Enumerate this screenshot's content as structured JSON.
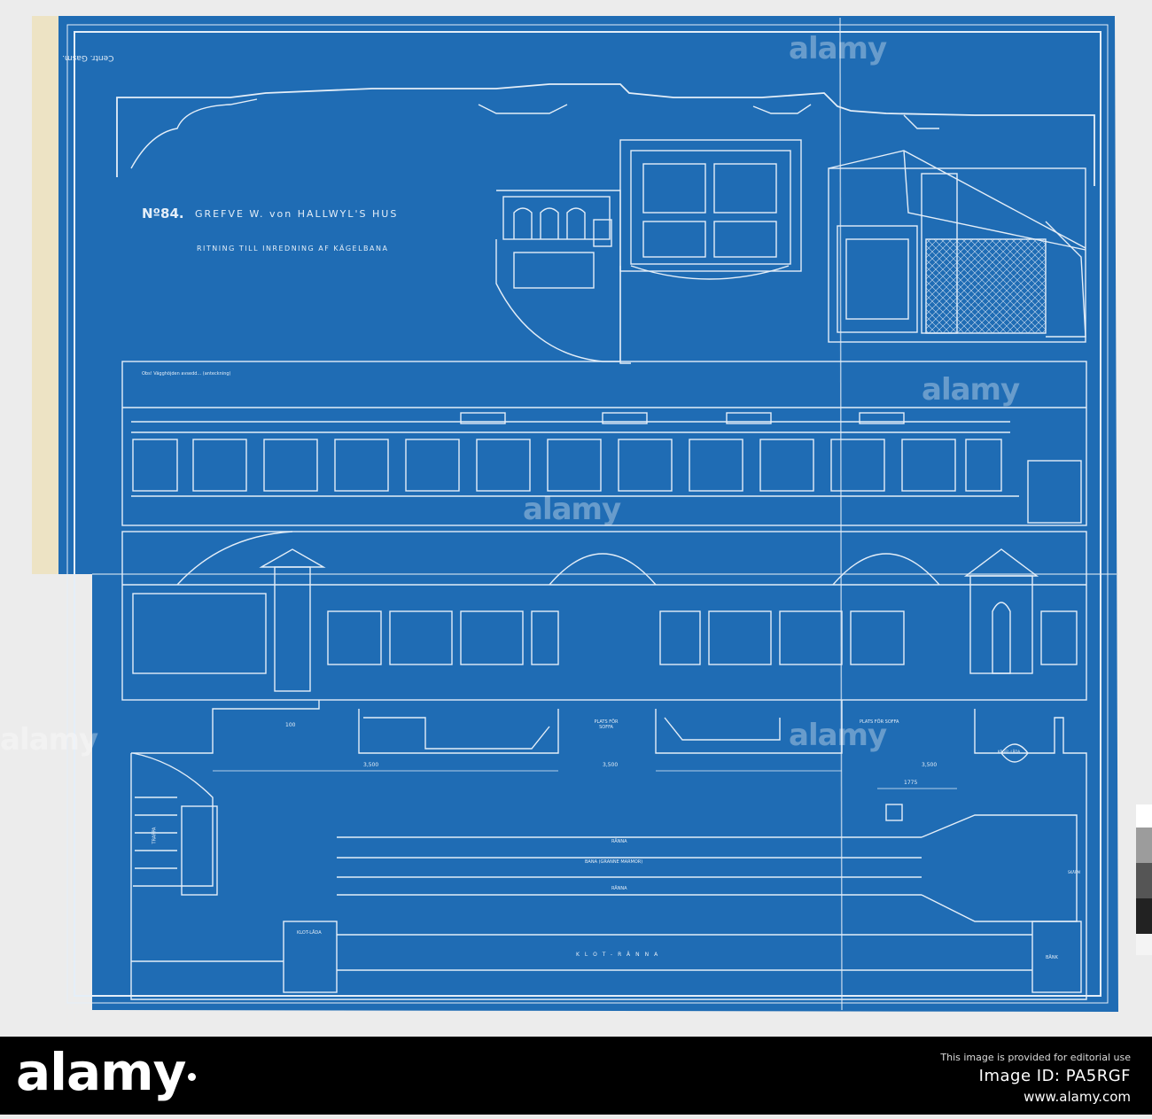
{
  "drawing": {
    "number": "Nº84.",
    "owner": "GREFVE W. von HALLWYL'S HUS",
    "subtitle": "RITNING TILL INREDNING AF KÄGELBANA",
    "corner_note": "Centr. Gasm.",
    "elevation_note": "Obs! Vägghöjden avsedd... (anteckning)",
    "plan_labels": {
      "dim_left": "3,500",
      "dim_mid": "3,500",
      "dim_right": "3,500",
      "dim_small": "100",
      "dim_right_top": "1775",
      "platform_left": "PLATS FÖR SOFFA",
      "platform_right": "PLATS FÖR SOFFA",
      "lane_top": "RÄNNA",
      "lane_center": "BANA (GRANNE MARMOR)",
      "lane_bottom": "RÄNNA",
      "gutter": "KLOT-RÄNNA",
      "klot_label": "KLOT-LÅDA",
      "bench": "BÄNK",
      "stair_label": "TRAPPA",
      "niche": "KÄGEL-LÅDA",
      "end_label": "SKÄRM"
    }
  },
  "colors": {
    "blueprint": "#1f6cb4",
    "line": "#e4eef8",
    "paper": "#ede3c4",
    "background": "#ececec",
    "bar": "#000000"
  },
  "watermark": "alamy",
  "footer": {
    "logo": "alamy",
    "line1": "This image is provided for editorial use",
    "image_id": "Image ID: PA5RGF",
    "url": "www.alamy.com"
  }
}
